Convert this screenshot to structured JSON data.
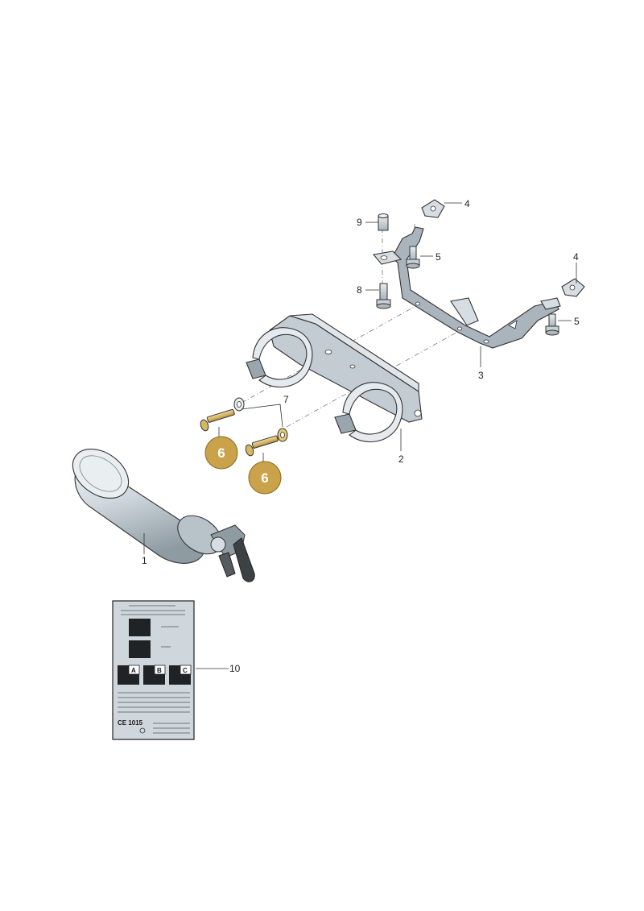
{
  "callouts": {
    "c1": "1",
    "c2": "2",
    "c3": "3",
    "c4a": "4",
    "c4b": "4",
    "c5a": "5",
    "c5b": "5",
    "c7": "7",
    "c8": "8",
    "c9": "9",
    "c10": "10"
  },
  "badges": {
    "b6a": "6",
    "b6b": "6"
  },
  "label": {
    "cert": "CE 1015",
    "class_a": "A",
    "class_b": "B",
    "class_c": "C"
  },
  "colors": {
    "highlight": "#c9a24a",
    "part_fill": "#d6dde3",
    "part_shade": "#a9b4bd",
    "cylinder_light": "#e6ecf0",
    "cylinder_dark": "#9aa6ae",
    "label_bg": "#cfd7dd"
  }
}
